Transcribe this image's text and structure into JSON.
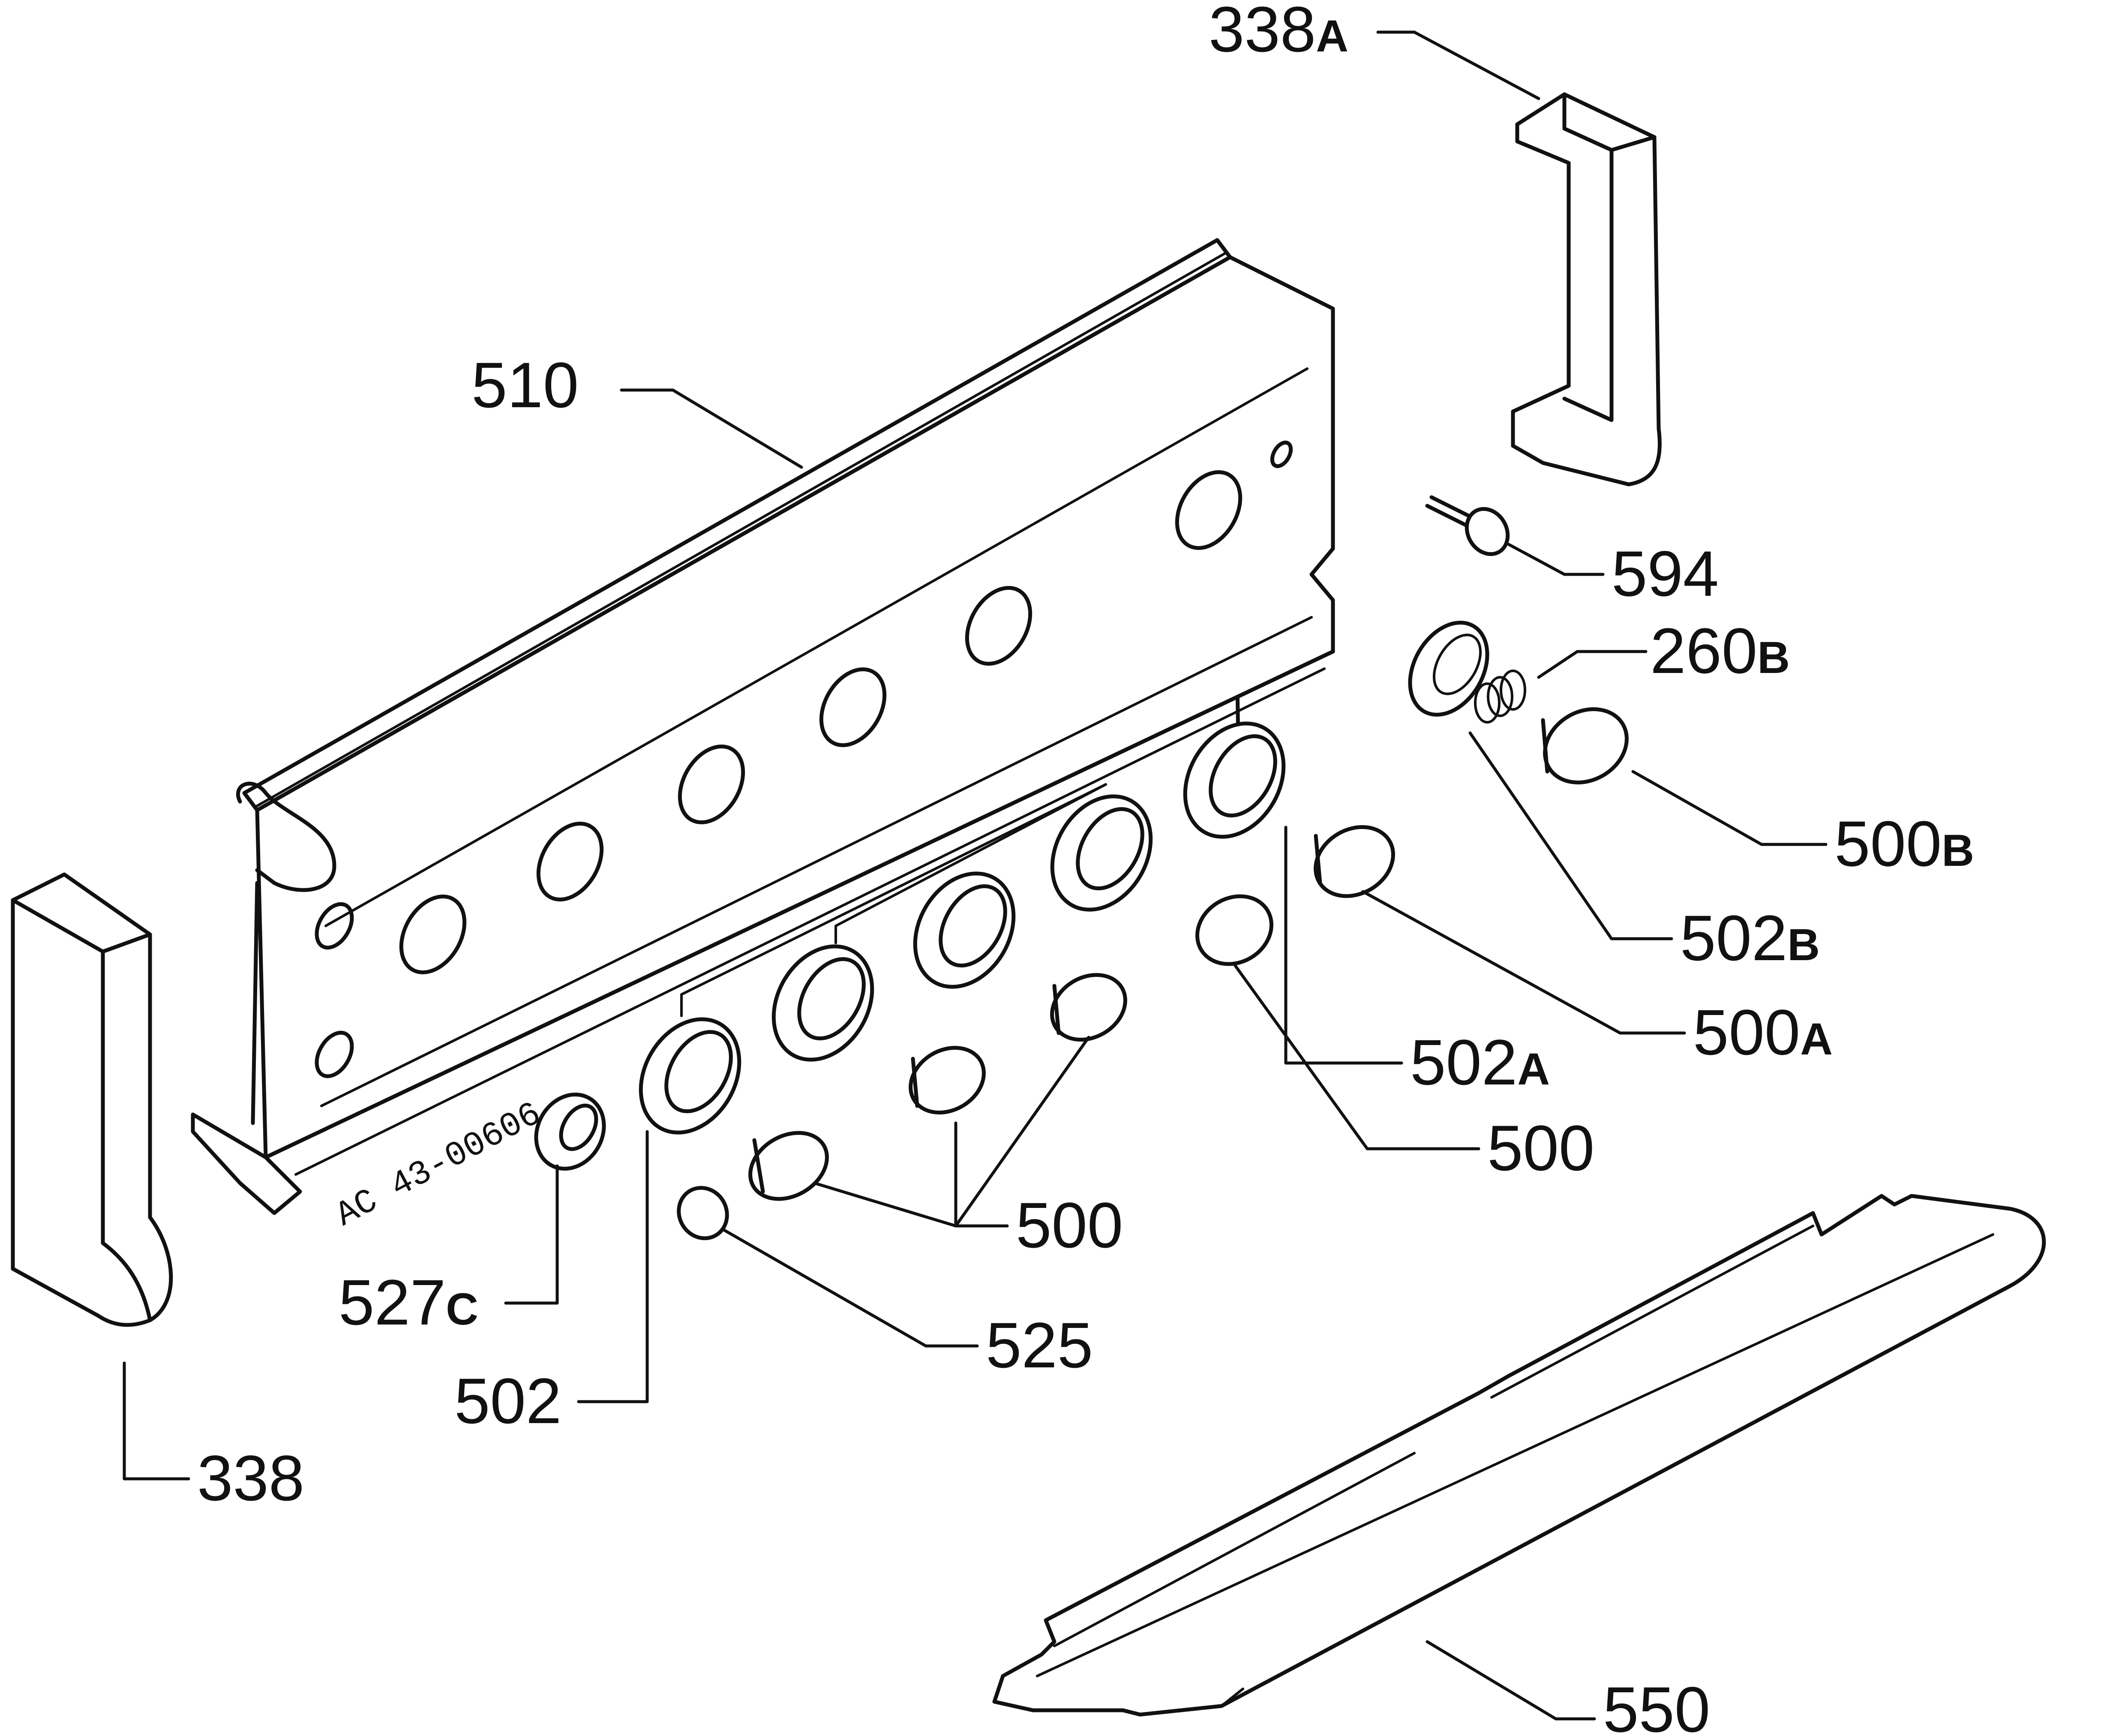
{
  "diagram": {
    "parts": [
      {
        "id": "p338A",
        "number": "338",
        "suffix": "A"
      },
      {
        "id": "p510",
        "number": "510",
        "suffix": ""
      },
      {
        "id": "p594",
        "number": "594",
        "suffix": ""
      },
      {
        "id": "p260B",
        "number": "260",
        "suffix": "B"
      },
      {
        "id": "p500B",
        "number": "500",
        "suffix": "B"
      },
      {
        "id": "p502B",
        "number": "502",
        "suffix": "B"
      },
      {
        "id": "p500A",
        "number": "500",
        "suffix": "A"
      },
      {
        "id": "p502A",
        "number": "502",
        "suffix": "A"
      },
      {
        "id": "p500r",
        "number": "500",
        "suffix": ""
      },
      {
        "id": "p500l",
        "number": "500",
        "suffix": ""
      },
      {
        "id": "p527C",
        "number": "527",
        "suffix": "C"
      },
      {
        "id": "p525",
        "number": "525",
        "suffix": ""
      },
      {
        "id": "p502",
        "number": "502",
        "suffix": ""
      },
      {
        "id": "p338",
        "number": "338",
        "suffix": ""
      },
      {
        "id": "p550",
        "number": "550",
        "suffix": ""
      }
    ],
    "stamp": "AC 43-00606"
  }
}
